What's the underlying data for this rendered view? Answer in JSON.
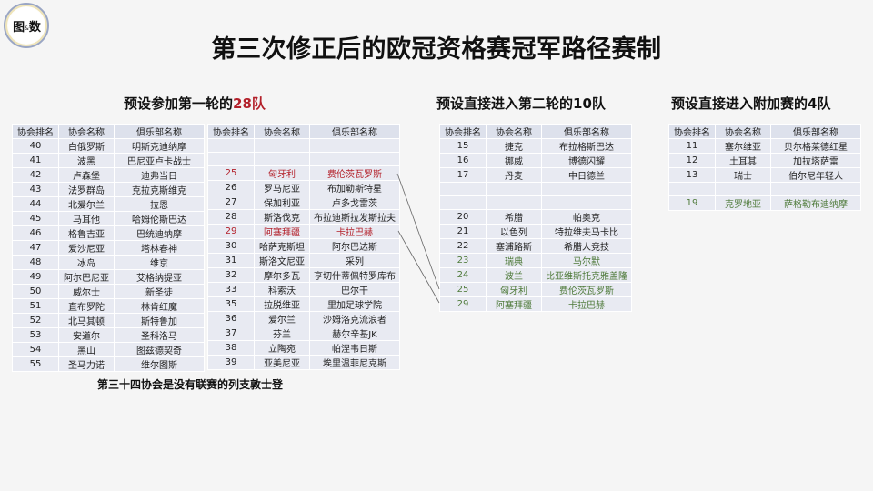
{
  "logo": {
    "text_main": "图",
    "text_amp": "&",
    "text_end": "数"
  },
  "title": "第三次修正后的欧冠资格赛冠军路径赛制",
  "sections": {
    "round1": {
      "title_prefix": "预设参加第一轮的",
      "title_highlight": "28队"
    },
    "round2": {
      "title": "预设直接进入第二轮的10队"
    },
    "playoff": {
      "title": "预设直接进入附加赛的4队"
    }
  },
  "columns": [
    "协会排名",
    "协会名称",
    "俱乐部名称"
  ],
  "tables": {
    "round1_left": [
      {
        "rank": "40",
        "assoc": "白俄罗斯",
        "club": "明斯克迪纳摩"
      },
      {
        "rank": "41",
        "assoc": "波黑",
        "club": "巴尼亚卢卡战士"
      },
      {
        "rank": "42",
        "assoc": "卢森堡",
        "club": "迪弗当日"
      },
      {
        "rank": "43",
        "assoc": "法罗群岛",
        "club": "克拉克斯维克"
      },
      {
        "rank": "44",
        "assoc": "北爱尔兰",
        "club": "拉恩"
      },
      {
        "rank": "45",
        "assoc": "马耳他",
        "club": "哈姆伦斯巴达"
      },
      {
        "rank": "46",
        "assoc": "格鲁吉亚",
        "club": "巴统迪纳摩"
      },
      {
        "rank": "47",
        "assoc": "爱沙尼亚",
        "club": "塔林春神"
      },
      {
        "rank": "48",
        "assoc": "冰岛",
        "club": "维京"
      },
      {
        "rank": "49",
        "assoc": "阿尔巴尼亚",
        "club": "艾格纳提亚"
      },
      {
        "rank": "50",
        "assoc": "威尔士",
        "club": "新圣徒"
      },
      {
        "rank": "51",
        "assoc": "直布罗陀",
        "club": "林肯红魔"
      },
      {
        "rank": "52",
        "assoc": "北马其顿",
        "club": "斯特鲁加"
      },
      {
        "rank": "53",
        "assoc": "安道尔",
        "club": "圣科洛马"
      },
      {
        "rank": "54",
        "assoc": "黑山",
        "club": "图兹德契奇"
      },
      {
        "rank": "55",
        "assoc": "圣马力诺",
        "club": "维尔图斯"
      }
    ],
    "round1_right": [
      {
        "rank": "",
        "assoc": "",
        "club": "",
        "style": ""
      },
      {
        "rank": "",
        "assoc": "",
        "club": "",
        "style": ""
      },
      {
        "rank": "25",
        "assoc": "匈牙利",
        "club": "费伦茨瓦罗斯",
        "style": "red"
      },
      {
        "rank": "26",
        "assoc": "罗马尼亚",
        "club": "布加勒斯特星",
        "style": ""
      },
      {
        "rank": "27",
        "assoc": "保加利亚",
        "club": "卢多戈雷茨",
        "style": ""
      },
      {
        "rank": "28",
        "assoc": "斯洛伐克",
        "club": "布拉迪斯拉发斯拉夫",
        "style": ""
      },
      {
        "rank": "29",
        "assoc": "阿塞拜疆",
        "club": "卡拉巴赫",
        "style": "red"
      },
      {
        "rank": "30",
        "assoc": "哈萨克斯坦",
        "club": "阿尔巴达斯",
        "style": ""
      },
      {
        "rank": "31",
        "assoc": "斯洛文尼亚",
        "club": "采列",
        "style": ""
      },
      {
        "rank": "32",
        "assoc": "摩尔多瓦",
        "club": "亨切什蒂佩特罗库布",
        "style": ""
      },
      {
        "rank": "33",
        "assoc": "科索沃",
        "club": "巴尔干",
        "style": ""
      },
      {
        "rank": "35",
        "assoc": "拉脱维亚",
        "club": "里加足球学院",
        "style": ""
      },
      {
        "rank": "36",
        "assoc": "爱尔兰",
        "club": "沙姆洛克流浪者",
        "style": ""
      },
      {
        "rank": "37",
        "assoc": "芬兰",
        "club": "赫尔辛基JK",
        "style": ""
      },
      {
        "rank": "38",
        "assoc": "立陶宛",
        "club": "帕涅韦日斯",
        "style": ""
      },
      {
        "rank": "39",
        "assoc": "亚美尼亚",
        "club": "埃里温菲尼克斯",
        "style": ""
      }
    ],
    "round2": [
      {
        "rank": "15",
        "assoc": "捷克",
        "club": "布拉格斯巴达",
        "style": ""
      },
      {
        "rank": "16",
        "assoc": "挪威",
        "club": "博德闪耀",
        "style": ""
      },
      {
        "rank": "17",
        "assoc": "丹麦",
        "club": "中日德兰",
        "style": ""
      },
      {
        "rank": "",
        "assoc": "",
        "club": "",
        "style": ""
      },
      {
        "rank": "",
        "assoc": "",
        "club": "",
        "style": ""
      },
      {
        "rank": "20",
        "assoc": "希腊",
        "club": "帕奥克",
        "style": ""
      },
      {
        "rank": "21",
        "assoc": "以色列",
        "club": "特拉维夫马卡比",
        "style": ""
      },
      {
        "rank": "22",
        "assoc": "塞浦路斯",
        "club": "希腊人竞技",
        "style": ""
      },
      {
        "rank": "23",
        "assoc": "瑞典",
        "club": "马尔默",
        "style": "green"
      },
      {
        "rank": "24",
        "assoc": "波兰",
        "club": "比亚维斯托克雅盖隆",
        "style": "green"
      },
      {
        "rank": "25",
        "assoc": "匈牙利",
        "club": "费伦茨瓦罗斯",
        "style": "green"
      },
      {
        "rank": "29",
        "assoc": "阿塞拜疆",
        "club": "卡拉巴赫",
        "style": "green"
      }
    ],
    "playoff": [
      {
        "rank": "11",
        "assoc": "塞尔维亚",
        "club": "贝尔格莱德红星",
        "style": ""
      },
      {
        "rank": "12",
        "assoc": "土耳其",
        "club": "加拉塔萨雷",
        "style": ""
      },
      {
        "rank": "13",
        "assoc": "瑞士",
        "club": "伯尔尼年轻人",
        "style": ""
      },
      {
        "rank": "",
        "assoc": "",
        "club": "",
        "style": ""
      },
      {
        "rank": "19",
        "assoc": "克罗地亚",
        "club": "萨格勒布迪纳摩",
        "style": "green"
      }
    ]
  },
  "note": "第三十四协会是没有联赛的列支敦士登",
  "colors": {
    "highlight_red": "#b3202a",
    "promoted_green": "#4e7a3a",
    "header_bg": "#dde1ec",
    "row_bg": "#e8eaf2"
  }
}
